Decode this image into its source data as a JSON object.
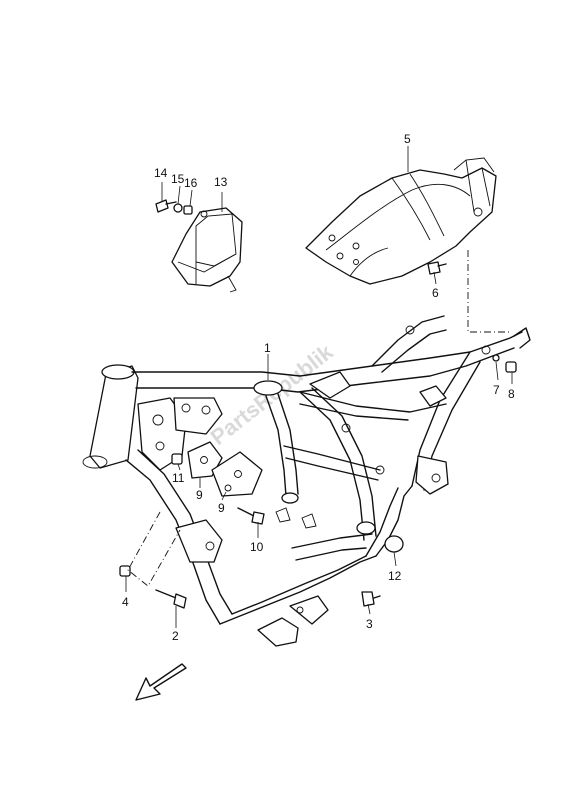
{
  "watermark": "PartsRepublik",
  "callouts": {
    "c1": "1",
    "c2": "2",
    "c3": "3",
    "c4": "4",
    "c5": "5",
    "c6": "6",
    "c7": "7",
    "c8": "8",
    "c9a": "9",
    "c9b": "9",
    "c10": "10",
    "c11": "11",
    "c12": "12",
    "c13": "13",
    "c14": "14",
    "c15": "15",
    "c16": "16"
  },
  "icons": {
    "direction_arrow": "front-direction-arrow-icon"
  }
}
